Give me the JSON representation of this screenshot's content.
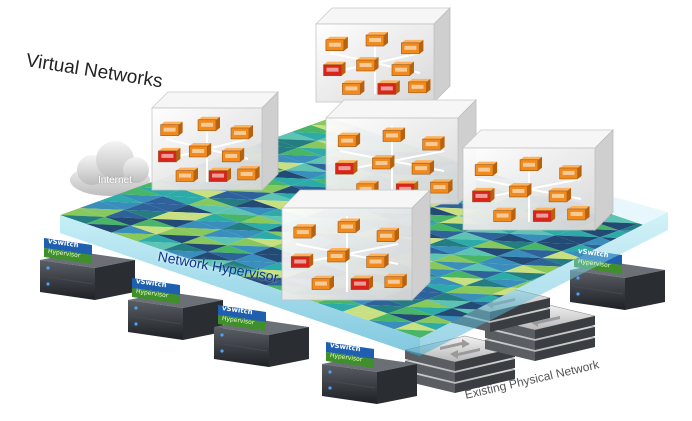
{
  "labels": {
    "virtual_networks": "Virtual Networks",
    "internet": "Internet",
    "network_hypervisor": "Network Hypervisor",
    "existing_physical_network": "Existing Physical Network"
  },
  "server_nodes": [
    {
      "vswitch": "vSwitch",
      "hypervisor": "Hypervisor"
    },
    {
      "vswitch": "vSwitch",
      "hypervisor": "Hypervisor"
    },
    {
      "vswitch": "vSwitch",
      "hypervisor": "Hypervisor"
    },
    {
      "vswitch": "vSwitch",
      "hypervisor": "Hypervisor"
    },
    {
      "vswitch": "vSwitch",
      "hypervisor": "Hypervisor"
    }
  ],
  "colors": {
    "grid_teal": "#1aa39a",
    "grid_green": "#3cb04a",
    "grid_navy": "#0e2d5c",
    "hypervisor_band": "#7fd4e8",
    "vm_orange": "#f08a1c",
    "vm_red": "#d9241c",
    "vswitch_blue": "#1f5fb0",
    "hypervisor_green": "#3f8f2a"
  }
}
